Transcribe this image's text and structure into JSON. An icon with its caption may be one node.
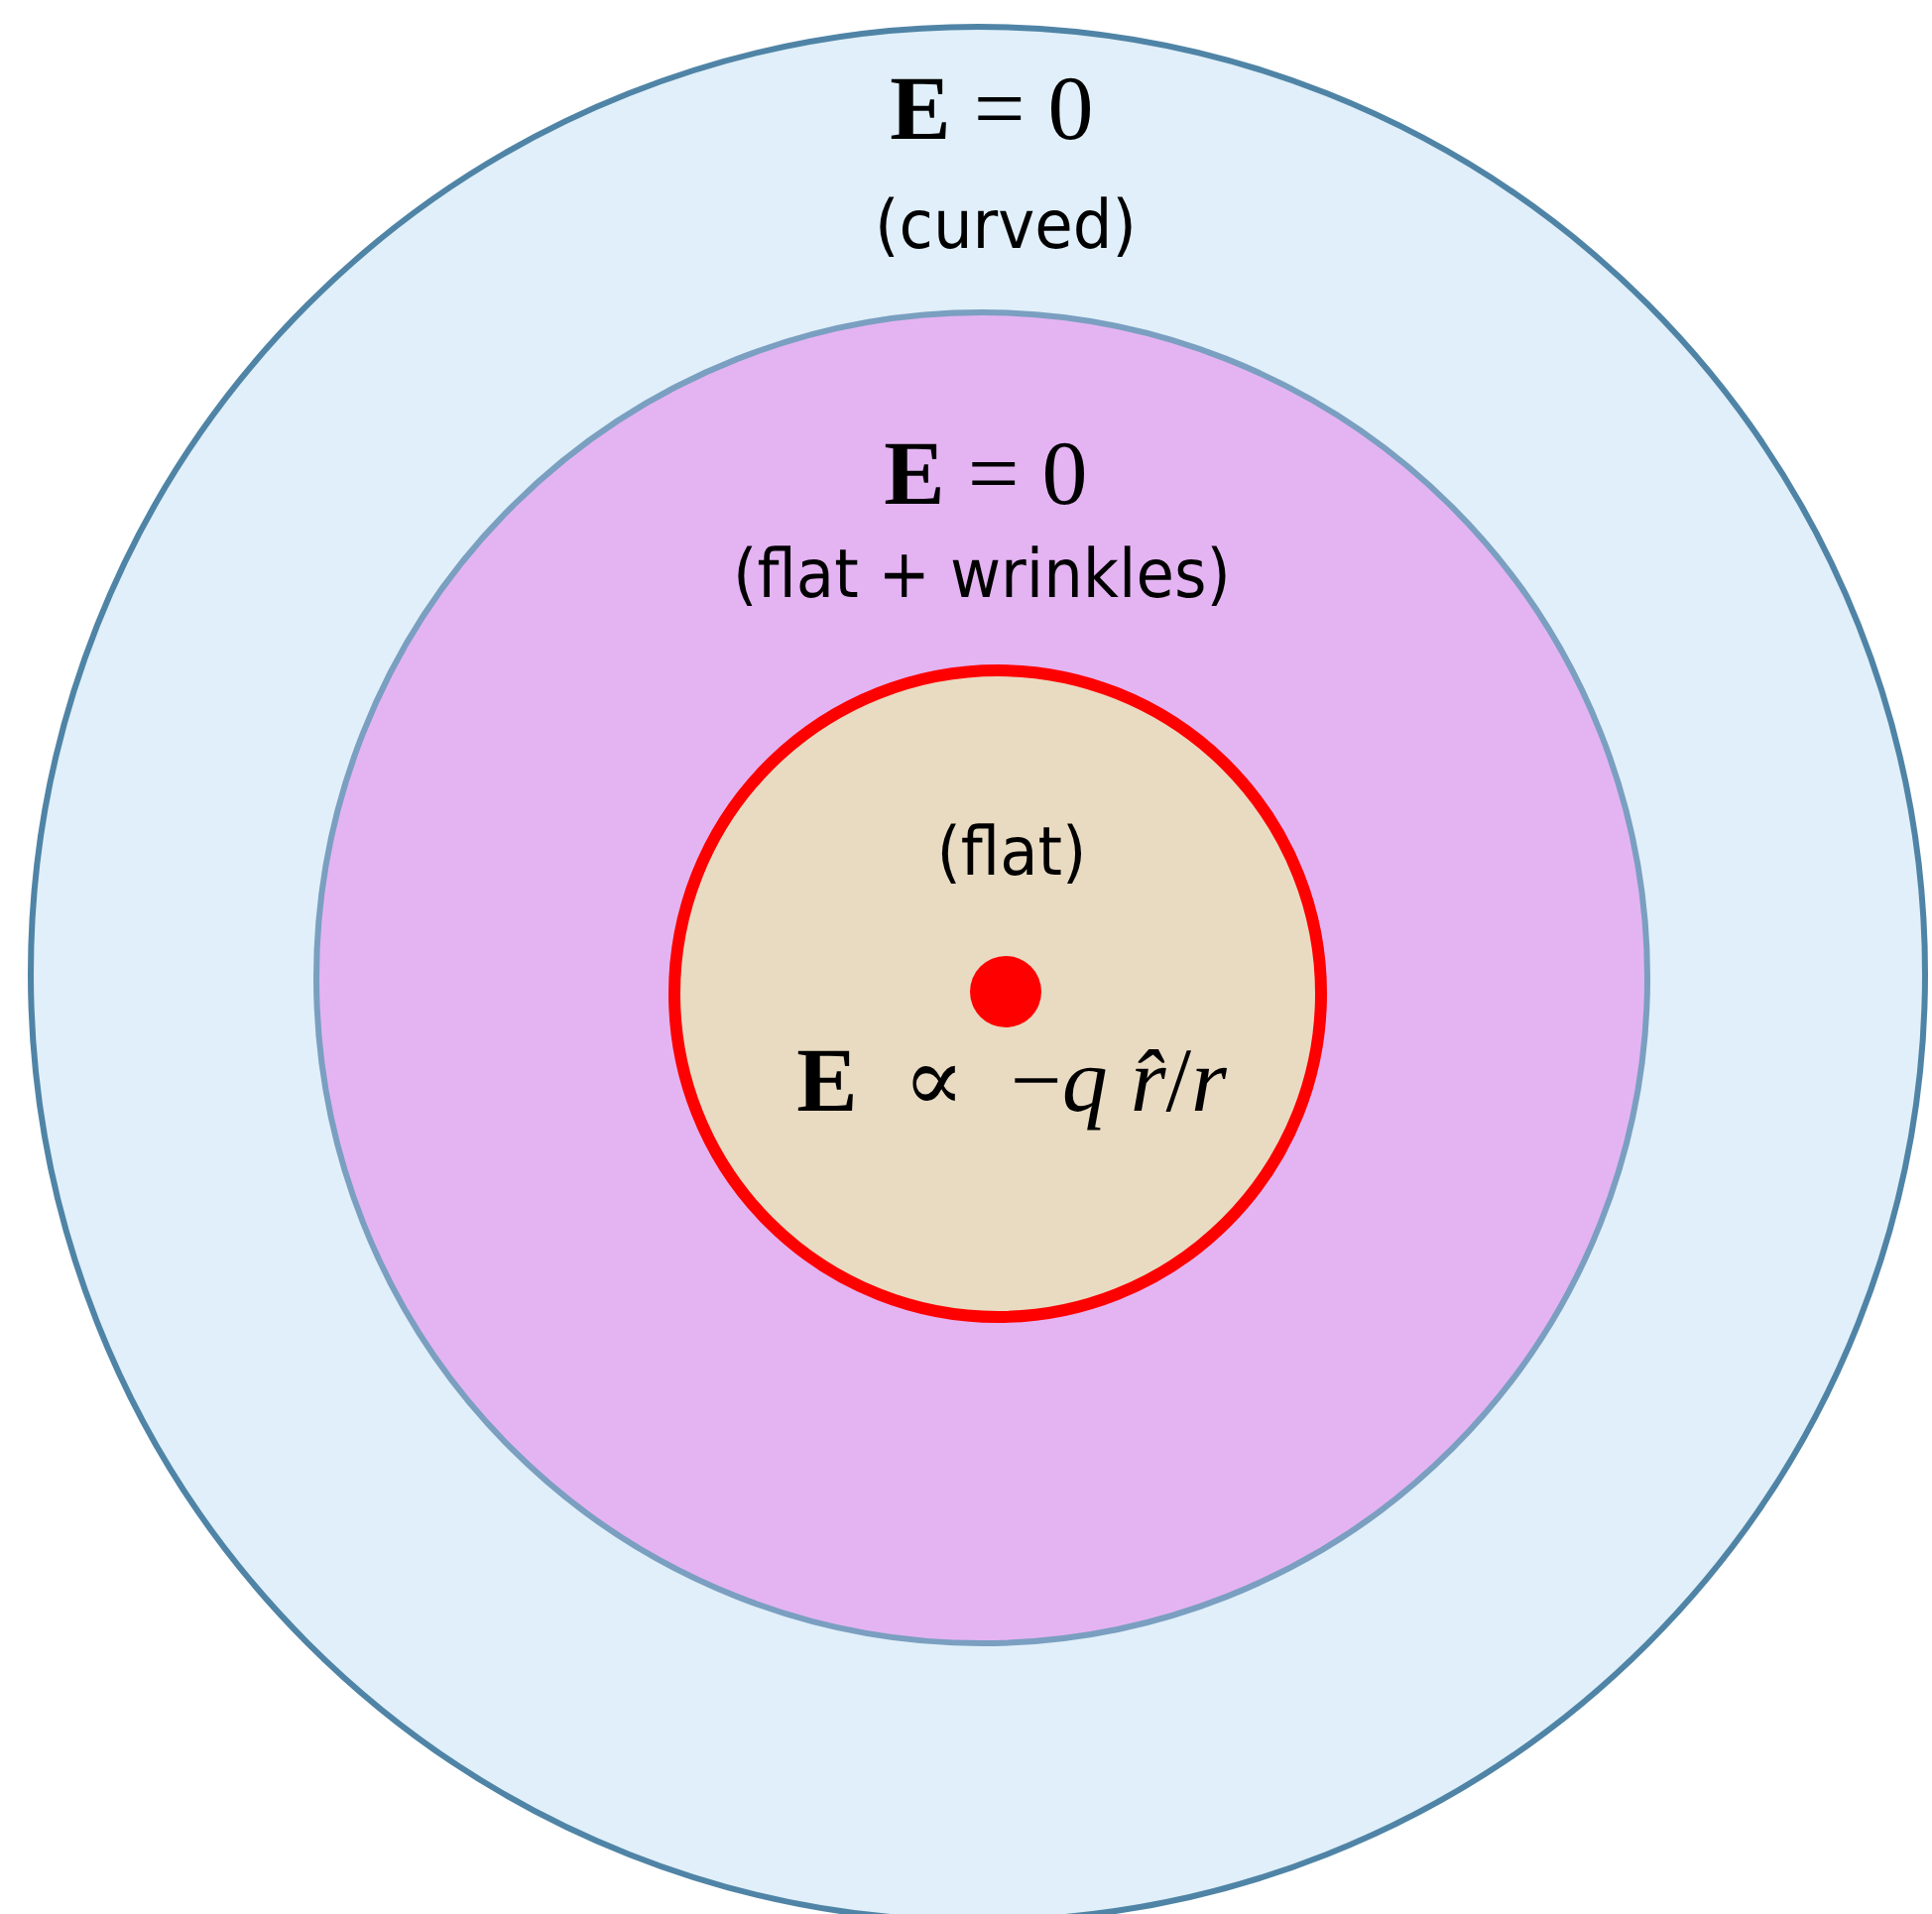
{
  "diagram": {
    "nodes": [
      {
        "text": [
          "**E** = 0",
          "(curved)"
        ]
      },
      {
        "text": [
          "**E** = 0",
          "(flat + wrinkles)"
        ],
        "in": 0
      },
      {
        "text": [
          "(flat)",
          "**E**  ∝  −*q* *r̂*/*r*"
        ],
        "in": 1
      }
    ]
  }
}
